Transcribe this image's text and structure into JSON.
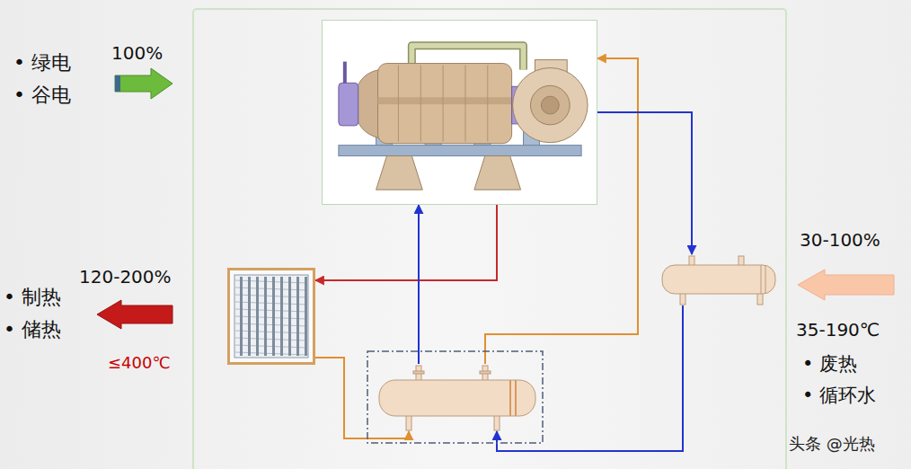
{
  "diagram": {
    "nodes": [
      {
        "text": []
      },
      {
        "text": []
      },
      {
        "text": []
      },
      {
        "text": []
      },
      {
        "text": [],
        "in": 3
      }
    ],
    "edges": [
      {
        "from": 0,
        "to": 1,
        "arrow": "to"
      },
      {
        "from": 1,
        "to": 4,
        "arrow": "to"
      },
      {
        "from": 4,
        "to": 0,
        "arrow": "to"
      },
      {
        "from": 4,
        "to": 0,
        "arrow": "to"
      },
      {
        "from": 0,
        "to": 2,
        "arrow": "to"
      },
      {
        "from": 2,
        "to": 4,
        "arrow": "to"
      }
    ],
    "labels": [
      "• 绿电",
      "• 谷电",
      "100%",
      "120-200%",
      "• 制热",
      "• 储热",
      "≤400℃",
      "30-100%",
      "35-190℃",
      "• 废热",
      "• 循环水",
      "头条 @光热"
    ]
  }
}
